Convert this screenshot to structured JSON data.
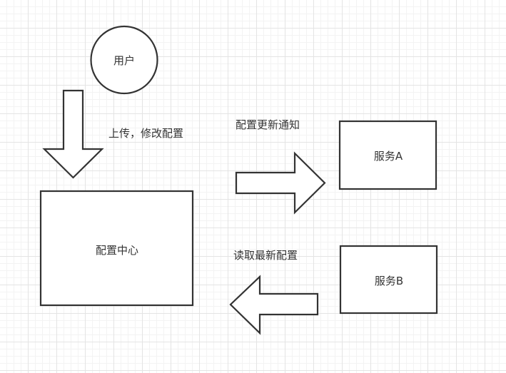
{
  "nodes": {
    "user": "用户",
    "config_center": "配置中心",
    "service_a": "服务A",
    "service_b": "服务B"
  },
  "edges": {
    "upload": "上传，修改配置",
    "notify": "配置更新通知",
    "read": "读取最新配置"
  },
  "colors": {
    "stroke": "#333333",
    "fill": "#ffffff",
    "grid": "#e4e4e4"
  }
}
